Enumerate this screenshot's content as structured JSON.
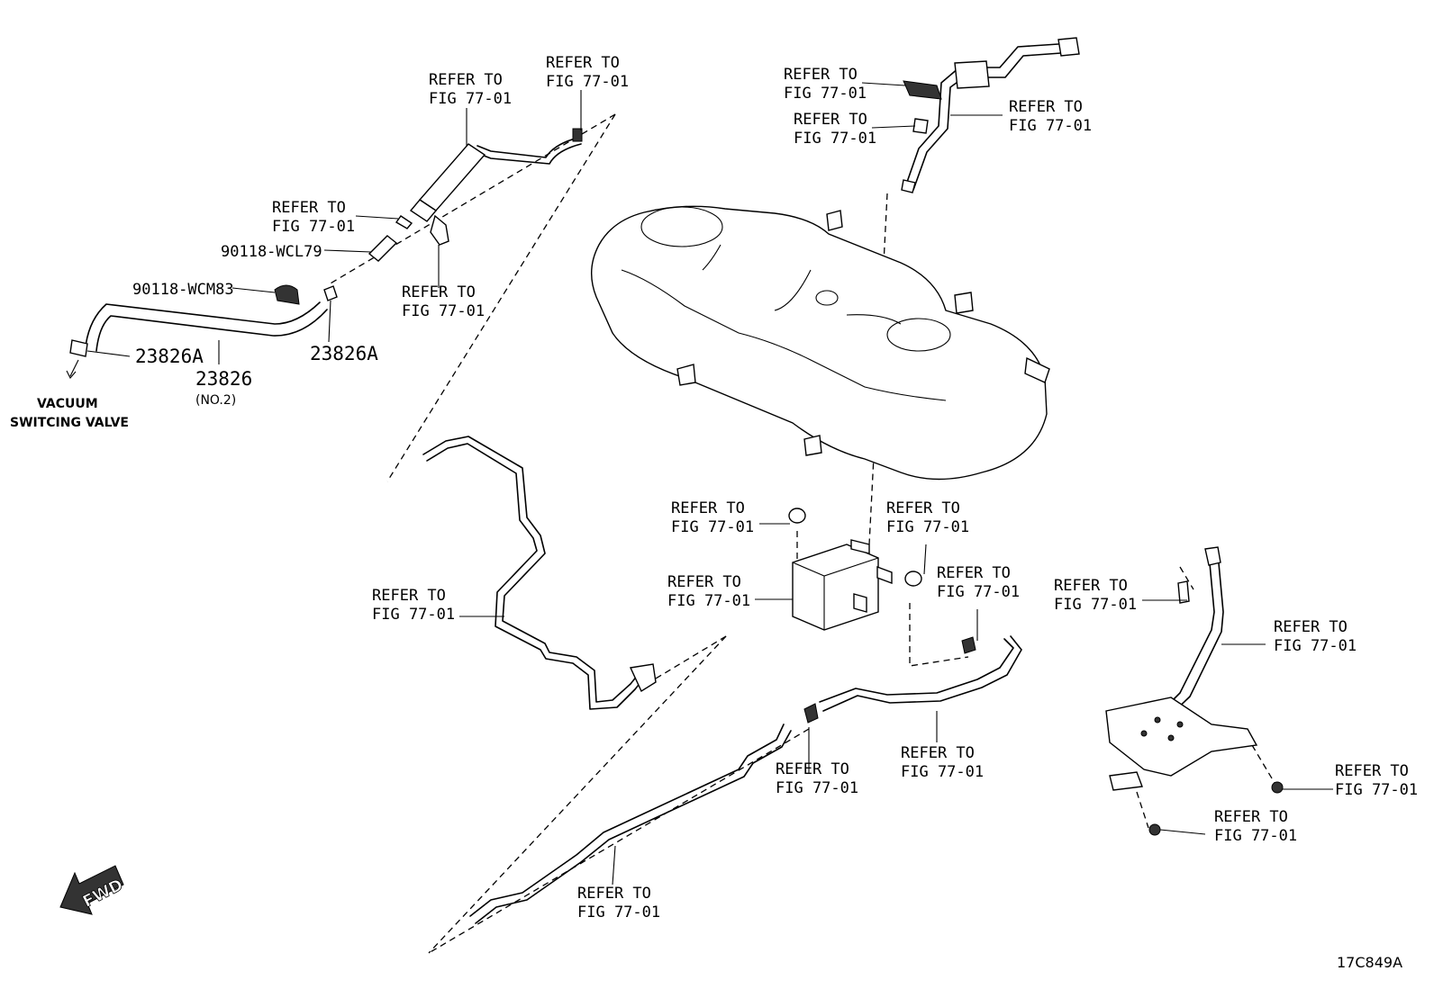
{
  "labels": {
    "refer": [
      "REFER TO",
      "FIG 77-01"
    ],
    "part_90118_wcl79": "90118-WCL79",
    "part_90118_wcm83": "90118-WCM83",
    "part_23826a_left": "23826A",
    "part_23826a_right": "23826A",
    "part_23826": "23826",
    "part_23826_note": "(NO.2)",
    "vacuum_1": "VACUUM",
    "vacuum_2": "SWITCING VALVE",
    "fwd": "FWD",
    "diagram_code": "17C849A"
  }
}
